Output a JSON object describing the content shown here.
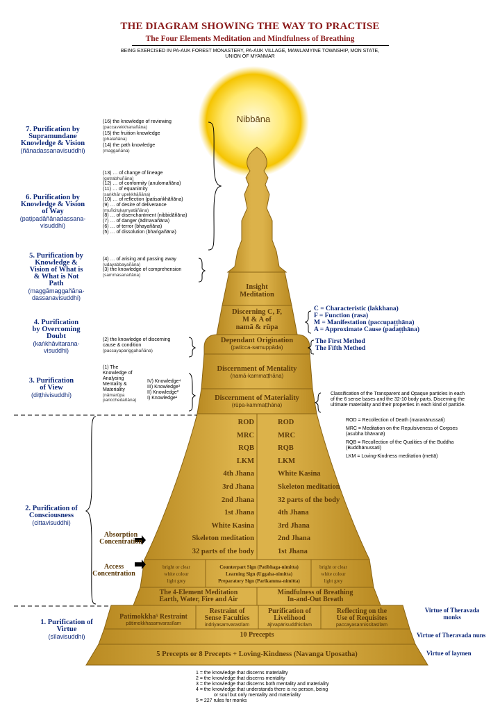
{
  "header": {
    "title": "THE DIAGRAM SHOWING THE WAY TO PRACTISE",
    "subtitle": "The Four Elements Meditation and Mindfulness of Breathing",
    "location_1": "BEING EXERCISED IN PA-AUK FOREST MONASTERY, PA-AUK VILLAGE, MAWLAMYINE TOWNSHIP, MON STATE,",
    "location_2": "UNION OF MYANMAR"
  },
  "nibbana": "Nibbāna",
  "purifications": {
    "p7_a": "7. Purification by",
    "p7_b": "Supramundane",
    "p7_c": "Knowledge & Vision",
    "p7_pali": "(ñānadassanavisuddhi)",
    "p6_a": "6. Purification by",
    "p6_b": "Knowledge & Vision",
    "p6_c": "of Way",
    "p6_pali_a": "(paṭipadāñānadassana-",
    "p6_pali_b": "visuddhi)",
    "p5_a": "5. Purification by",
    "p5_b": "Knowledge &",
    "p5_c": "Vision of What is",
    "p5_d": "& What is Not",
    "p5_e": "Path",
    "p5_pali_a": "(maggāmaggañāna-",
    "p5_pali_b": "dassanavisuddhi)",
    "p4_a": "4. Purification",
    "p4_b": "by Overcoming",
    "p4_c": "Doubt",
    "p4_pali_a": "(kaṅkhāvitarana-",
    "p4_pali_b": "visuddhi)",
    "p3_a": "3. Purification",
    "p3_b": "of View",
    "p3_pali": "(diṭṭhivisuddhi)",
    "p2_a": "2. Purification of",
    "p2_b": "Consciousness",
    "p2_pali": "(cittavisuddhi)",
    "p1_a": "1. Purification of",
    "p1_b": "Virtue",
    "p1_pali": "(sīlavisuddhi)"
  },
  "knowledges": {
    "k16": "(16) the knowledge of reviewing",
    "k16p": "(paccavekkhanañāna)",
    "k15": "(15) the fruition knowledge",
    "k15p": "(phalañāna)",
    "k14": "(14) the path knowledge",
    "k14p": "(maggañāna)",
    "k13": "(13) … of change of lineage",
    "k13p": "(gotrabhuñāna)",
    "k12": "(12) … of conformity (anulomañāna)",
    "k11": "(11) … of equanimity",
    "k11p": "(saṅkhār upekkhāñāna)",
    "k10": "(10) … of reflection (patisaṅkhāñāna)",
    "k9": "(9)  … of desire of deliverance",
    "k9p": "(muñcitukamyatāñāna)",
    "k8": "(8)  … of disenchantment (nibbidāñāna)",
    "k7": "(7)  … of danger (ādīnavañāna)",
    "k6": "(6)  … of terror (bhayañāna)",
    "k5": "(5)  … of dissolution (bhaṅgañāna)",
    "k4": "(4) … of arising and passing away",
    "k4p": "(udayabbayañāna)",
    "k3": "(3) the knowledge of comprehension",
    "k3p": "(sammasanañāna)",
    "k2": "(2) the knowledge of discerning",
    "k2b": "cause & condition",
    "k2p": "(paccayapariggahañāna)",
    "k1a": "(1) The",
    "k1b": "Knowledge of",
    "k1c": "Analysing",
    "k1d": "Mentality &",
    "k1e": "Materiality",
    "k1f": "(nāmarūpa",
    "k1g": "paricchedañāna)",
    "kiv": "IV) Knowledge⁴",
    "kiii": "III) Knowledge³",
    "kii": "II) Knowledge²",
    "ki": "I) Knowledge¹"
  },
  "pagoda": {
    "insight_a": "Insight",
    "insight_b": "Meditation",
    "discerning_a": "Discerning C, F,",
    "discerning_b": "M & A of",
    "discerning_c": "namā & rūpa",
    "dependant": "Dependant Origination",
    "dependant_p": "(paticca-samuppāda)",
    "mentality": "Discernment of Mentality",
    "mentality_p": "(namā-kammaṭṭhāna)",
    "materiality": "Discernment of Materiality",
    "materiality_p": "(rūpa-kammaṭṭhāna)",
    "left_col": [
      "ROD",
      "MRC",
      "RQB",
      "LKM",
      "4th Jhana",
      "3rd Jhana",
      "2nd Jhana",
      "1st Jhana",
      "White Kasina",
      "Skeleton meditation",
      "32 parts of the body"
    ],
    "right_col": [
      "ROD",
      "MRC",
      "RQB",
      "LKM",
      "White Kasina",
      "Skeleton meditation",
      "32 parts of the body",
      "4th Jhana",
      "3rd Jhana",
      "2nd Jhana",
      "1st Jhana"
    ],
    "absorption_a": "Absorption",
    "absorption_b": "Concentration",
    "access_a": "Access",
    "access_b": "Concentration",
    "sign_l1": "bright or clear",
    "sign_l2": "white colour",
    "sign_l3": "light grey",
    "sign_m1": "Counterpart Sign (Patibhaga-nimitta)",
    "sign_m2": "Learning Sign (Uggaha-nimitta)",
    "sign_m3": "Preparatory Sign (Parikamma-nimitta)",
    "sign_r1": "bright or clear",
    "sign_r2": "white colour",
    "sign_r3": "light grey",
    "four_el_a": "The 4-Element Meditation",
    "four_el_b": "Earth, Water, Fire and Air",
    "breath_a": "Mindfulness of Breathing",
    "breath_b": "In-and-Out Breath",
    "sila1": "Patimokkha⁵ Restraint",
    "sila1p": "pātimokkhasamvarasīlam",
    "sila2a": "Restraint of",
    "sila2b": "Sense Faculties",
    "sila2p": "indriyasamvarasīlam",
    "sila3a": "Purification of",
    "sila3b": "Livelihood",
    "sila3p": "ājīvapārisuddhisīlam",
    "sila4a": "Reflecting on the",
    "sila4b": "Use of Requisites",
    "sila4p": "paccayasannissitasīlam",
    "ten": "10 Precepts",
    "five": "5 Precepts or 8 Precepts + Loving-Kindness (Navanga Uposatha)"
  },
  "cfma": {
    "c": "C = Characteristic (lakkhana)",
    "f": "F = Function (rasa)",
    "m": "M = Manifestation (paccupaṭṭhāna)",
    "a": "A = Approximate Cause (padaṭṭhāna)",
    "first": "The First Method",
    "fifth": "The Fifth Method"
  },
  "classification_1": "Classification of the Transparent and Opaque particles in each",
  "classification_2": "of the 6 sense bases and the 32-10 body parts. Discerning the",
  "classification_3": "ultimate materiality and their properties in each kind of particle.",
  "abbrev": {
    "rod": "ROD = Recollection of Death (maranānussati)",
    "mrc_a": "MRC = Meditation on the Repulsiveness of Corpses",
    "mrc_b": "(asubha bhāvanā)",
    "rqb_a": "RQB = Recollection of the Qualities of the Buddha",
    "rqb_b": "(Buddhānussati)",
    "lkm": "LKM = Loving-Kindness meditation (mettā)"
  },
  "virtue": {
    "monks_a": "Virtue of Theravada",
    "monks_b": "monks",
    "nuns": "Virtue of Theravada nuns",
    "laymen": "Virtue of laymen"
  },
  "footnotes": {
    "f1": "1 = the knowledge that discerns materiality",
    "f2": "2 = the knowledge that discerns mentality",
    "f3": "3 = the knowledge that discerns both mentality and materiality",
    "f4a": "4 = the knowledge that understands  there is no person, being",
    "f4b": "or soul but only mentality and materiality",
    "f5": "5 = 227 rules for monks"
  },
  "colors": {
    "gold": "#d4a636",
    "gold_dark": "#a87a1a",
    "blue": "#0f2a7a",
    "title": "#8b1a1a"
  }
}
